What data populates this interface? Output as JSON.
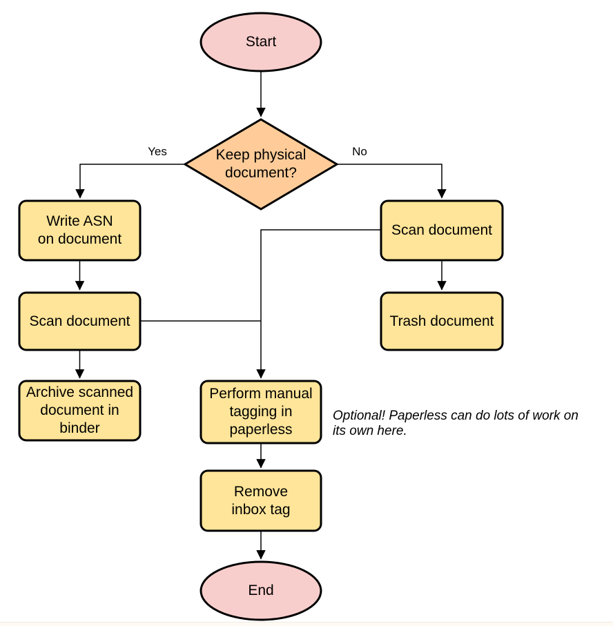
{
  "colors": {
    "terminal_fill": "#f8cecc",
    "decision_fill": "#ffcc99",
    "process_fill": "#ffe599",
    "stroke": "#000000"
  },
  "nodes": {
    "start": {
      "type": "terminal",
      "label": "Start"
    },
    "decision": {
      "type": "decision",
      "label": "Keep physical\ndocument?"
    },
    "write_asn": {
      "type": "process",
      "label": "Write ASN\non document"
    },
    "scan_left": {
      "type": "process",
      "label": "Scan document"
    },
    "archive": {
      "type": "process",
      "label": "Archive scanned\ndocument in\nbinder"
    },
    "scan_right": {
      "type": "process",
      "label": "Scan document"
    },
    "trash": {
      "type": "process",
      "label": "Trash document"
    },
    "tagging": {
      "type": "process",
      "label": "Perform manual\ntagging in\npaperless"
    },
    "remove_inbox": {
      "type": "process",
      "label": "Remove\ninbox tag"
    },
    "end": {
      "type": "terminal",
      "label": "End"
    }
  },
  "edge_labels": {
    "yes": "Yes",
    "no": "No"
  },
  "annotation": {
    "text": "Optional! Paperless can do lots of work on\nits own here."
  }
}
